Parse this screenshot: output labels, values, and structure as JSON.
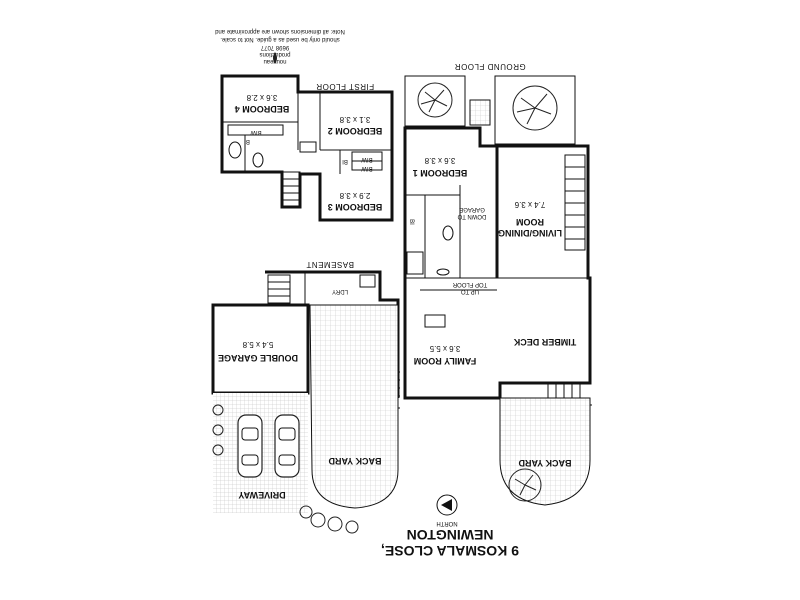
{
  "title": {
    "line1": "9 KOSMALA CLOSE,",
    "line2": "NEWINGTON"
  },
  "north_label": "NORTH",
  "branding": {
    "company": "nouveau",
    "sub": "productions",
    "phone": "9698 7077",
    "disclaimer_1": "Note: all dimensions shown are approximate and",
    "disclaimer_2": "should only be used as a guide. Not to scale."
  },
  "floors": {
    "first": "FIRST FLOOR",
    "ground": "GROUND FLOOR",
    "basement": "BASEMENT"
  },
  "rooms": {
    "bedroom4": {
      "name": "BEDROOM 4",
      "dims": "3.6 x 2.8"
    },
    "bedroom2": {
      "name": "BEDROOM 2",
      "dims": "3.1 x 3.8"
    },
    "bedroom3": {
      "name": "BEDROOM 3",
      "dims": "2.9 x 3.8"
    },
    "bedroom1": {
      "name": "BEDROOM 1",
      "dims": "3.6 x 3.8"
    },
    "living": {
      "name_1": "LIVING/DINING",
      "name_2": "ROOM",
      "dims": "7.4 x 3.6"
    },
    "family": {
      "name": "FAMILY ROOM",
      "dims": "3.6 x 5.5"
    },
    "timber": {
      "name": "TIMBER DECK"
    },
    "garage": {
      "name": "DOUBLE GARAGE",
      "dims": "5.4 x 5.8"
    },
    "backyard_basement": {
      "name": "BACK YARD"
    },
    "backyard_ground": {
      "name": "BACK YARD"
    },
    "driveway": {
      "name": "DRIVEWAY"
    },
    "lndry": {
      "name": "LDRY"
    }
  },
  "labels": {
    "biw1": "BIW",
    "biw2": "BIW",
    "biw3": "BIW",
    "bi1": "BI",
    "bi2": "BI",
    "bi3": "BI",
    "down_1": "DOWN TO",
    "down_2": "GARAGE",
    "up_1": "UP TO",
    "up_2": "TOP FLOOR"
  }
}
